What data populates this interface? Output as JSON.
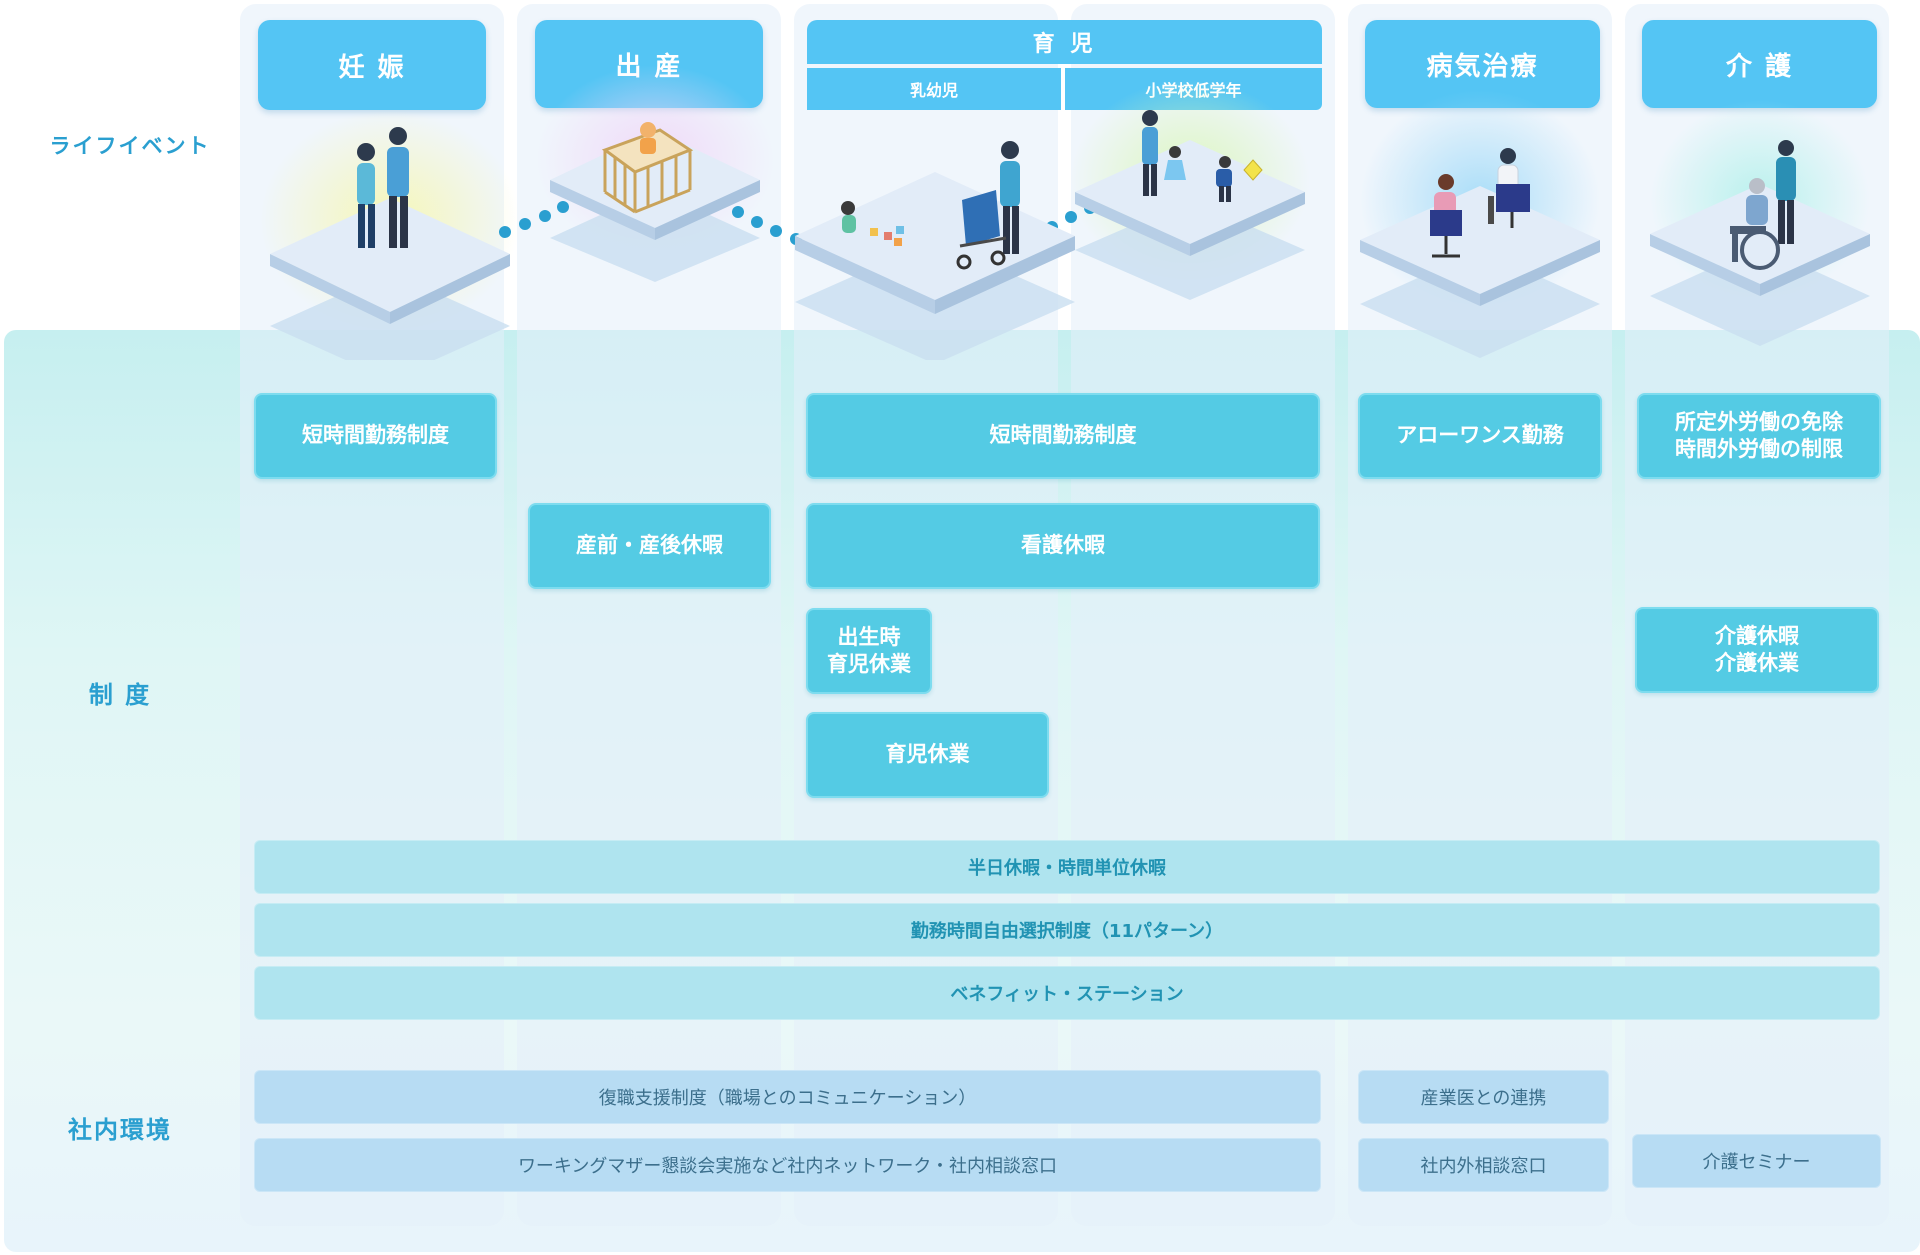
{
  "rows": {
    "life_events": "ライフイベント",
    "systems": "制 度",
    "environment": "社内環境"
  },
  "stages": {
    "ninshin": "妊 娠",
    "shussan": "出 産",
    "ikuji": "育 児",
    "nyuyoji": "乳幼児",
    "shogakko": "小学校低学年",
    "byoki": "病気治療",
    "kaigo": "介 護"
  },
  "systems": {
    "tanjikan_1": "短時間勤務制度",
    "sanzen": "産前・産後休暇",
    "tanjikan_2": "短時間勤務制度",
    "kango": "看護休暇",
    "shusseiji_1": "出生時",
    "shusseiji_2": "育児休業",
    "ikuji_kyugyo": "育児休業",
    "allowance": "アローワンス勤務",
    "shoteigai_1": "所定外労働の免除",
    "shoteigai_2": "時間外労働の制限",
    "kaigo_kyuka_1": "介護休暇",
    "kaigo_kyuka_2": "介護休業",
    "hannichi": "半日休暇・時間単位休暇",
    "jiyu_sentaku": "勤務時間自由選択制度（11パターン）",
    "benefit": "ベネフィット・ステーション"
  },
  "environment": {
    "fukushoku": "復職支援制度（職場とのコミュニケーション）",
    "working_mother": "ワーキングマザー懇談会実施など社内ネットワーク・社内相談窓口",
    "sangyoi": "産業医との連携",
    "shanaigai": "社内外相談窓口",
    "kaigo_seminar": "介護セミナー"
  },
  "colors": {
    "heading_blue": "#54c5f4",
    "system_cyan": "#54cbe4",
    "wide_bar": "#afe4ef",
    "env_bar": "#b7dcf3",
    "row_label": "#2a9fd0"
  }
}
